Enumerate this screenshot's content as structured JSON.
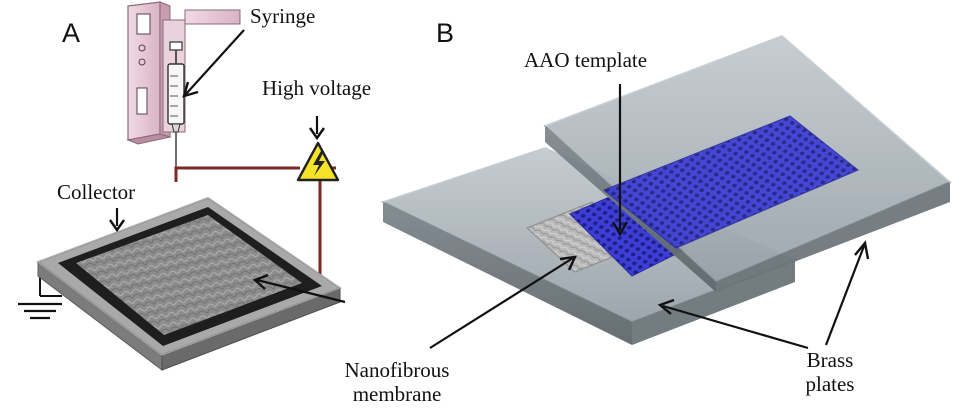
{
  "panel_a": {
    "letter": "A",
    "labels": {
      "syringe": "Syringe",
      "high_voltage": "High voltage",
      "collector": "Collector"
    }
  },
  "panel_b": {
    "letter": "B",
    "labels": {
      "aao_template": "AAO template",
      "nanofibrous_line1": "Nanofibrous",
      "nanofibrous_line2": "membrane",
      "brass_line1": "Brass",
      "brass_line2": "plates"
    }
  },
  "colors": {
    "pump_body": "#e8c9d6",
    "pump_edge": "#8a6a78",
    "wire": "#7a2a2a",
    "warning_fill": "#f5e32a",
    "collector_frame": "#3f3f3f",
    "fiber_mat": "#8c8c8c",
    "brass_plate": "#a7b0b6",
    "aao_template": "#4b4ce0"
  }
}
